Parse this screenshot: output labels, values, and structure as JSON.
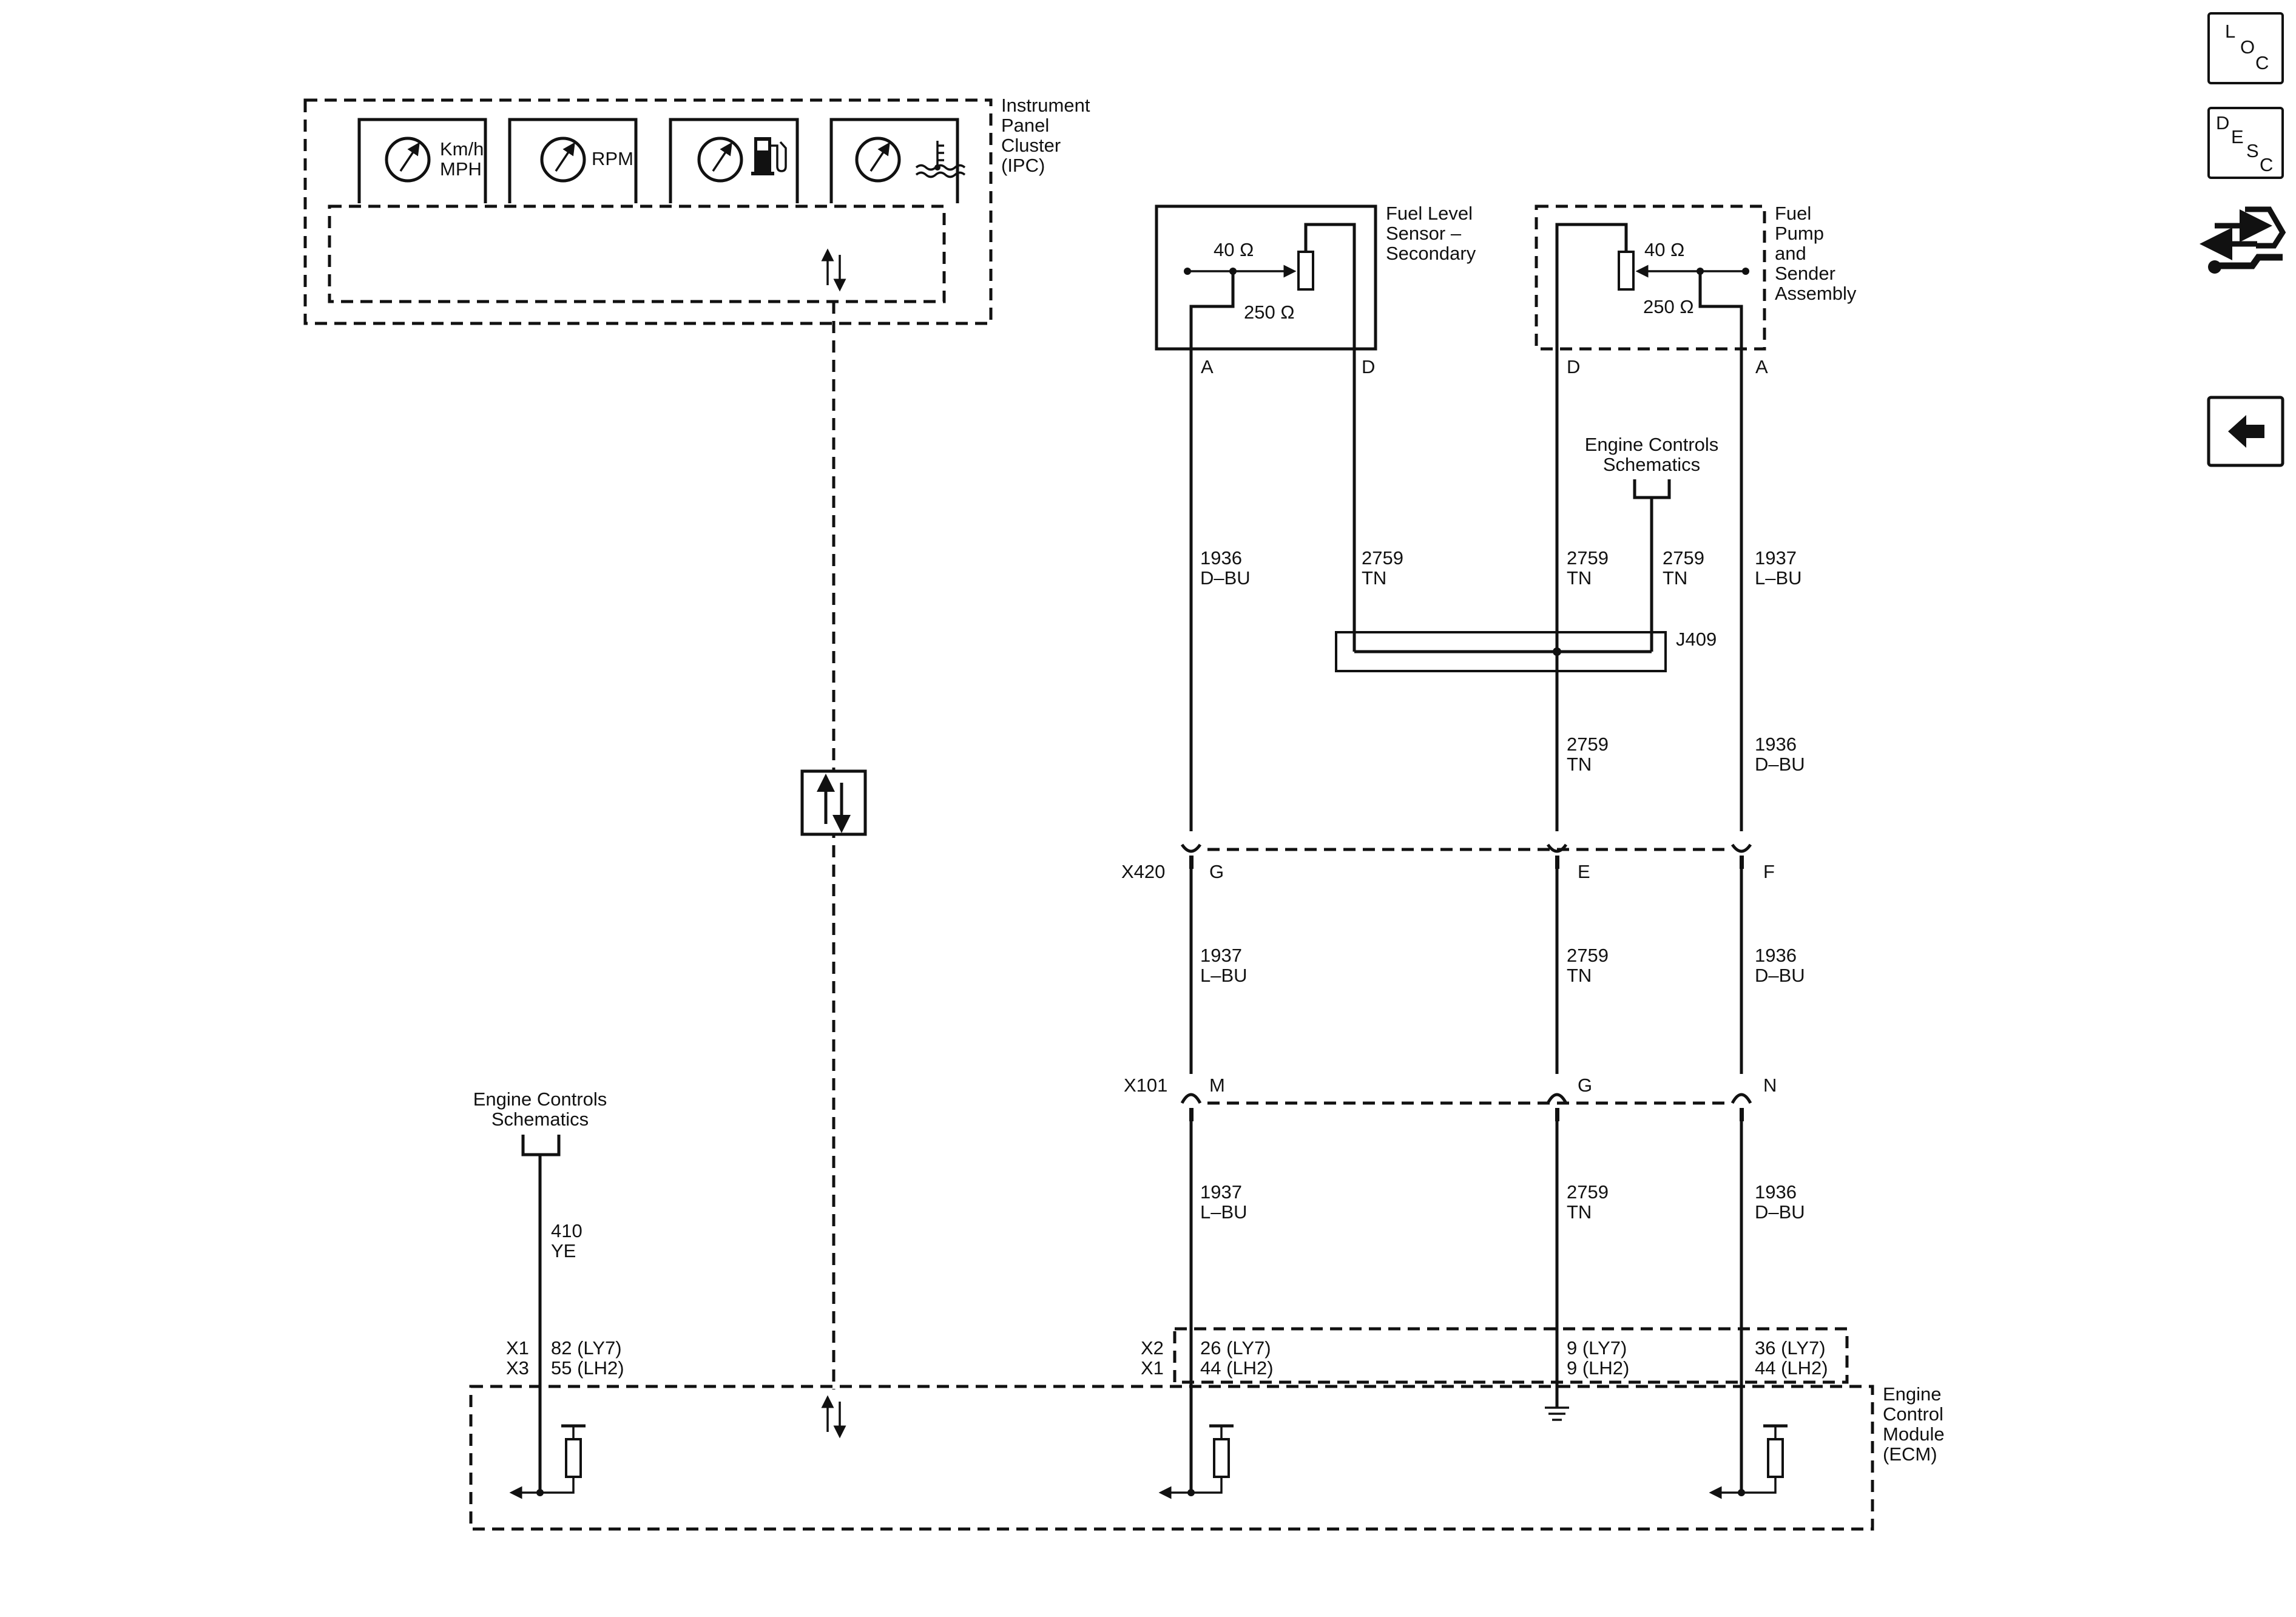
{
  "modules": {
    "ipc": [
      "Instrument",
      "Panel",
      "Cluster",
      "(IPC)"
    ],
    "ecm": [
      "Engine",
      "Control",
      "Module",
      "(ECM)"
    ],
    "fuel_level_sensor": [
      "Fuel Level",
      "Sensor –",
      "Secondary"
    ],
    "fuel_pump": [
      "Fuel",
      "Pump",
      "and",
      "Sender",
      "Assembly"
    ]
  },
  "gauges": {
    "speed": [
      "Km/h",
      "MPH"
    ],
    "rpm": "RPM"
  },
  "engine_controls_ref": [
    "Engine Controls",
    "Schematics"
  ],
  "resistors": {
    "r40": "40 Ω",
    "r250": "250 Ω"
  },
  "pins": {
    "sensor_a": "A",
    "sensor_d": "D",
    "pump_d": "D",
    "pump_a": "A"
  },
  "wires": {
    "w1936_dbu": [
      "1936",
      "D–BU"
    ],
    "w1937_lbu": [
      "1937",
      "L–BU"
    ],
    "w2759_tn": [
      "2759",
      "TN"
    ],
    "w410_ye": [
      "410",
      "YE"
    ]
  },
  "splice": "J409",
  "connectors": {
    "x420": {
      "name": "X420",
      "pins": [
        "G",
        "E",
        "F"
      ]
    },
    "x101": {
      "name": "X101",
      "pins": [
        "M",
        "G",
        "N"
      ]
    }
  },
  "ecm_pins": {
    "left_conn": [
      "X1",
      "X3"
    ],
    "left_pins": [
      "82 (LY7)",
      "55 (LH2)"
    ],
    "mid_conn": [
      "X2",
      "X1"
    ],
    "mid_pins": [
      "26 (LY7)",
      "44 (LH2)"
    ],
    "gnd_pins": [
      "9 (LY7)",
      "9 (LH2)"
    ],
    "right_pins": [
      "36 (LY7)",
      "44 (LH2)"
    ]
  },
  "sidebar": {
    "loc": [
      "L",
      "O",
      "C"
    ],
    "desc": [
      "D",
      "E",
      "S",
      "C"
    ]
  }
}
